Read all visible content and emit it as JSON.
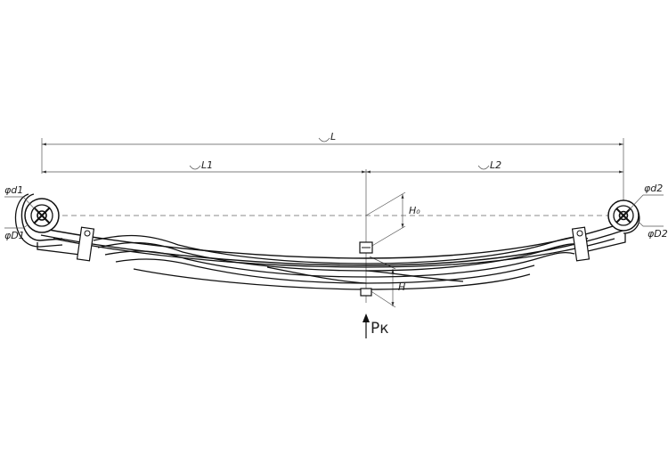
{
  "labels": {
    "L": "L",
    "L1": "L1",
    "L2": "L2",
    "H0": "H₀",
    "H": "H",
    "d1": "φd1",
    "D1": "φD1",
    "d2": "φd2",
    "D2": "φD2",
    "PK": "Pк"
  }
}
